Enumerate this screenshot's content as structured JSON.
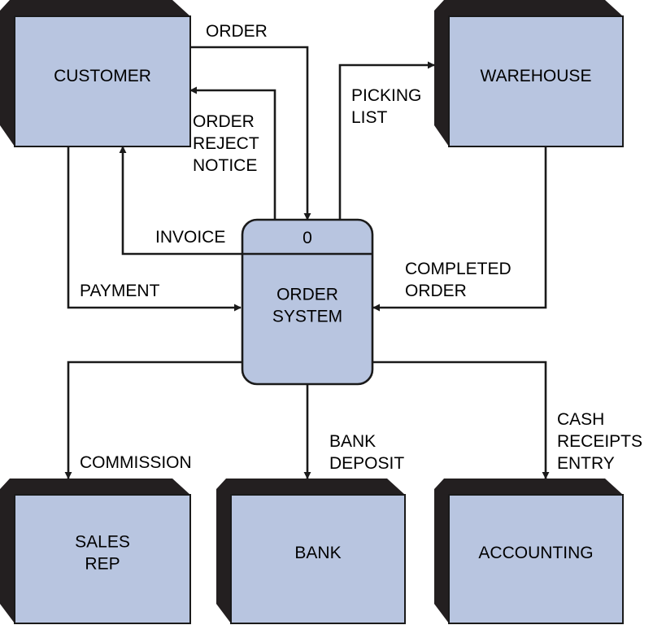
{
  "colors": {
    "entity_fill": "#b8c5e0",
    "entity_shadow": "#231f20",
    "line": "#1a1a1a",
    "text": "#000000"
  },
  "entities": {
    "customer": [
      "CUSTOMER"
    ],
    "warehouse": [
      "WAREHOUSE"
    ],
    "sales_rep": [
      "SALES",
      "REP"
    ],
    "bank": [
      "BANK"
    ],
    "accounting": [
      "ACCOUNTING"
    ]
  },
  "process": {
    "number": "0",
    "name": [
      "ORDER",
      "SYSTEM"
    ]
  },
  "flows": {
    "order": [
      "ORDER"
    ],
    "order_reject_notice": [
      "ORDER",
      "REJECT",
      "NOTICE"
    ],
    "invoice": [
      "INVOICE"
    ],
    "payment": [
      "PAYMENT"
    ],
    "picking_list": [
      "PICKING",
      "LIST"
    ],
    "completed_order": [
      "COMPLETED",
      "ORDER"
    ],
    "commission": [
      "COMMISSION"
    ],
    "bank_deposit": [
      "BANK",
      "DEPOSIT"
    ],
    "cash_receipts_entry": [
      "CASH",
      "RECEIPTS",
      "ENTRY"
    ]
  }
}
